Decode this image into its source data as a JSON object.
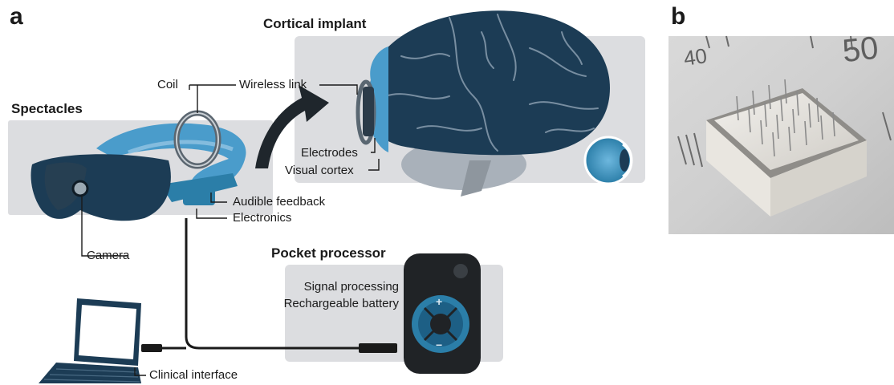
{
  "panel_a": {
    "letter": "a",
    "headings": {
      "cortical_implant": "Cortical implant",
      "spectacles": "Spectacles",
      "pocket_processor": "Pocket processor"
    },
    "labels": {
      "coil": "Coil",
      "wireless_link": "Wireless link",
      "electrodes": "Electrodes",
      "visual_cortex": "Visual cortex",
      "audible_feedback": "Audible feedback",
      "electronics": "Electronics",
      "camera": "Camera",
      "signal_processing": "Signal processing",
      "rechargeable_battery": "Rechargeable battery",
      "clinical_interface": "Clinical interface"
    },
    "processor_buttons": {
      "plus": "+",
      "minus": "−"
    }
  },
  "panel_b": {
    "letter": "b",
    "ruler_numbers": [
      "40",
      "50"
    ]
  },
  "colors": {
    "panel_bg": "#dcdde0",
    "navy": "#1c3c55",
    "teal": "#2b7ea8",
    "light_blue": "#4a9ccb",
    "device_dark": "#202326",
    "line": "#1a1a1a"
  }
}
